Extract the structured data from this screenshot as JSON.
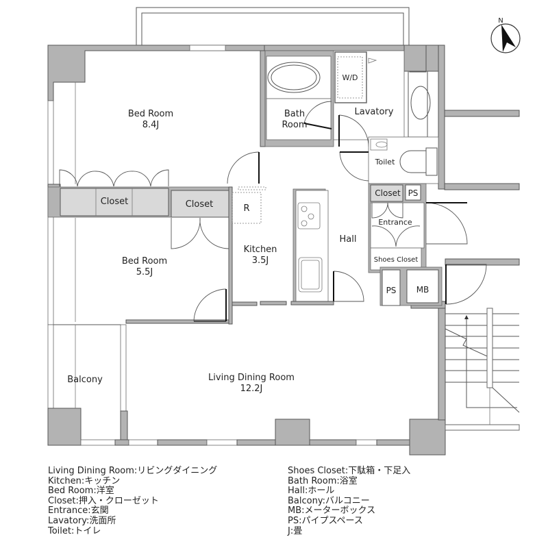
{
  "rooms": {
    "bed_room_1": {
      "name": "Bed Room",
      "size": "8.4J"
    },
    "bed_room_2": {
      "name": "Bed Room",
      "size": "5.5J"
    },
    "kitchen": {
      "name": "Kitchen",
      "size": "3.5J"
    },
    "living": {
      "name": "Living Dining Room",
      "size": "12.2J"
    },
    "bath": {
      "line1": "Bath",
      "line2": "Room"
    },
    "lavatory": "Lavatory",
    "wd": "W/D",
    "toilet": "Toilet",
    "closet_main": "Closet",
    "closet_bed2": "Closet",
    "closet_entrance": "Closet",
    "ps_top": "PS",
    "ps_bottom": "PS",
    "mb": "MB",
    "entrance": "Entrance",
    "shoes_closet": "Shoes Closet",
    "hall": "Hall",
    "balcony": "Balcony",
    "refrigerator": "R"
  },
  "compass": {
    "label": "N"
  },
  "legend": {
    "left": [
      "Living Dining Room:リビングダイニング",
      "Kitchen:キッチン",
      "Bed Room:洋室",
      "Closet:押入・クローゼット",
      "Entrance:玄関",
      "Lavatory:洗面所",
      "Toilet:トイレ"
    ],
    "right": [
      "Shoes Closet:下駄箱・下足入",
      "Bath Room:浴室",
      "Hall:ホール",
      "Balcony:バルコニー",
      "MB:メーターボックス",
      "PS:パイプスペース",
      "J:畳"
    ]
  },
  "colors": {
    "wall": "#b3b3b3",
    "closet": "#d9d9d9",
    "background": "#ffffff"
  }
}
